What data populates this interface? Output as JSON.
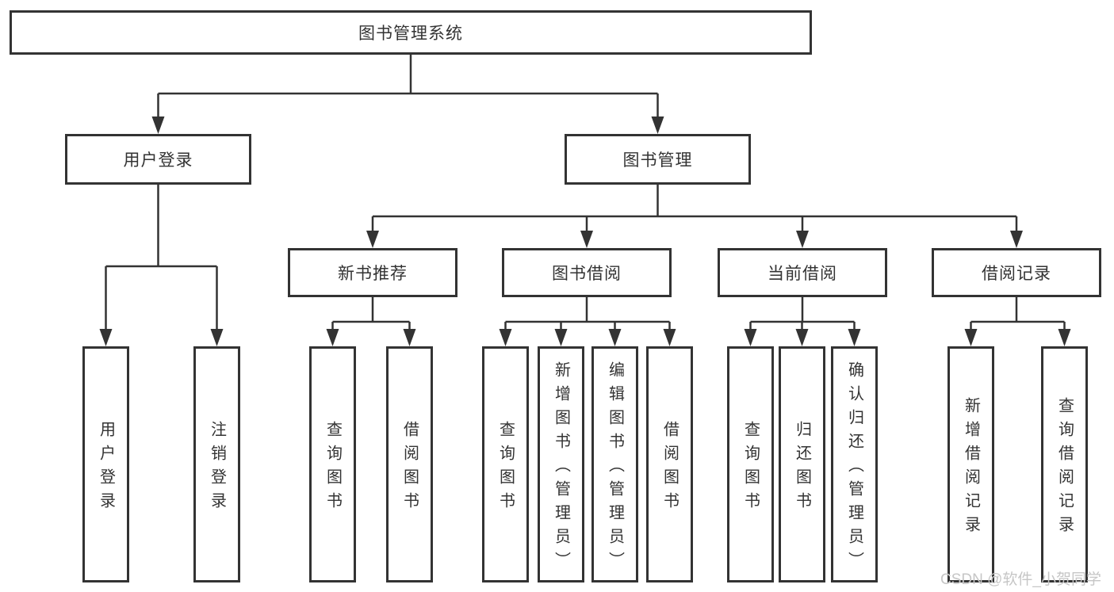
{
  "diagram": {
    "root": {
      "label": "图书管理系统"
    },
    "level2": [
      {
        "id": "user-login",
        "label": "用户登录"
      },
      {
        "id": "book-management",
        "label": "图书管理"
      }
    ],
    "level3": [
      {
        "id": "new-book-recommend",
        "label": "新书推荐"
      },
      {
        "id": "book-borrow",
        "label": "图书借阅"
      },
      {
        "id": "current-borrow",
        "label": "当前借阅"
      },
      {
        "id": "borrow-records",
        "label": "借阅记录"
      }
    ],
    "leaves": {
      "user_login": [
        "用户登录",
        "注销登录"
      ],
      "new_book_recommend": [
        "查询图书",
        "借阅图书"
      ],
      "book_borrow": [
        "查询图书",
        "新增图书（管理员）",
        "编辑图书（管理员）",
        "借阅图书"
      ],
      "current_borrow": [
        "查询图书",
        "归还图书",
        "确认归还（管理员）"
      ],
      "borrow_records": [
        "新增借阅记录",
        "查询借阅记录"
      ]
    }
  },
  "watermark": "CSDN @软件_小贺同学",
  "colors": {
    "line": "#333333",
    "text": "#333333",
    "background": "#ffffff",
    "watermark": "#c6c6c6"
  }
}
